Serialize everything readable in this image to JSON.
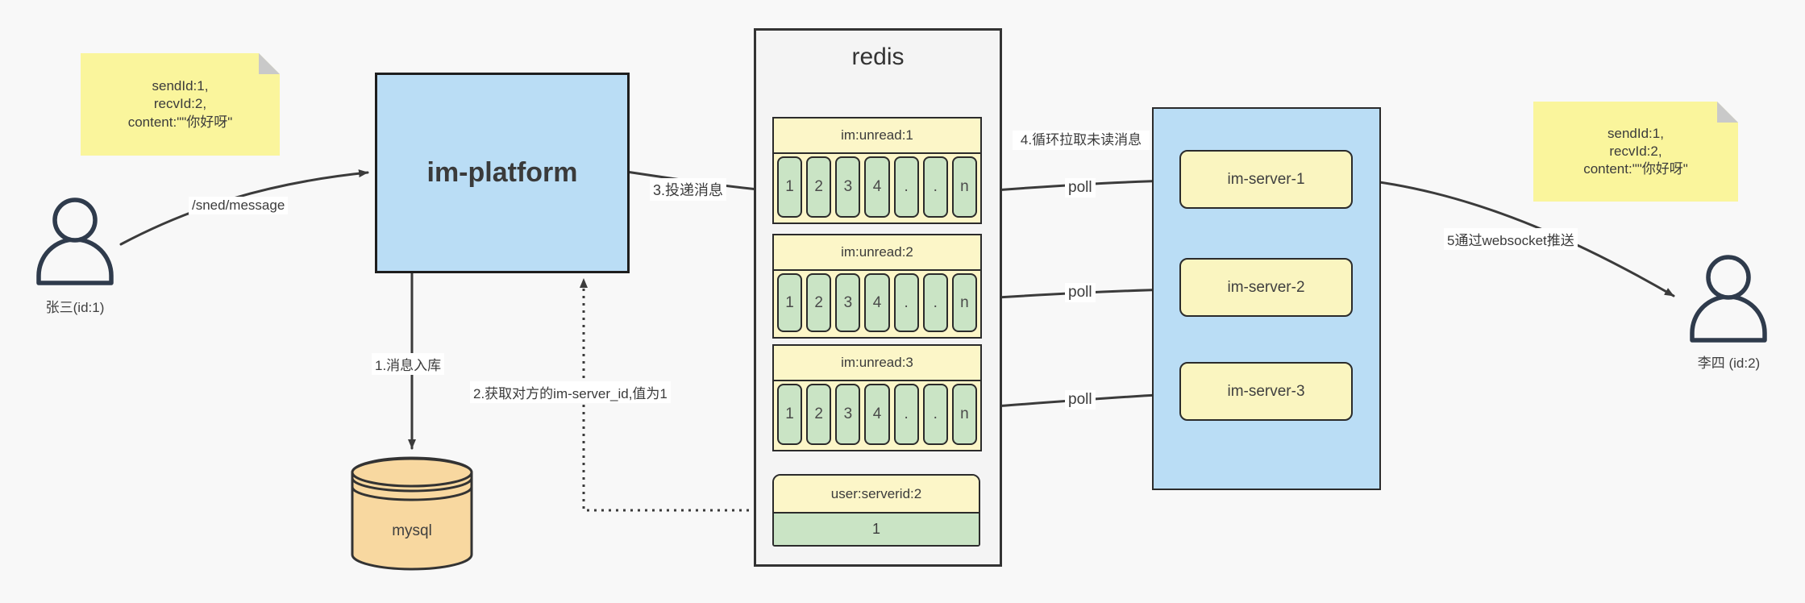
{
  "notes": {
    "left": {
      "text": "sendId:1,\nrecvId:2,\ncontent:\"\"你好呀\""
    },
    "right": {
      "text": "sendId:1,\nrecvId:2,\ncontent:\"\"你好呀\""
    }
  },
  "actors": {
    "sender": {
      "label": "张三(id:1)"
    },
    "receiver": {
      "label": "李四 (id:2)"
    }
  },
  "platform": {
    "label": "im-platform"
  },
  "mysql": {
    "label": "mysql"
  },
  "redis": {
    "title": "redis",
    "queues": [
      {
        "header": "im:unread:1",
        "cells": [
          "1",
          "2",
          "3",
          "4",
          ".",
          ".",
          "n"
        ]
      },
      {
        "header": "im:unread:2",
        "cells": [
          "1",
          "2",
          "3",
          "4",
          ".",
          ".",
          "n"
        ]
      },
      {
        "header": "im:unread:3",
        "cells": [
          "1",
          "2",
          "3",
          "4",
          ".",
          ".",
          "n"
        ]
      }
    ],
    "kv": {
      "header": "user:serverid:2",
      "value": "1"
    }
  },
  "cluster": {
    "servers": [
      {
        "label": "im-server-1"
      },
      {
        "label": "im-server-2"
      },
      {
        "label": "im-server-3"
      }
    ]
  },
  "edges": {
    "send": "/sned/message",
    "step1": "1.消息入库",
    "step2": "2.获取对方的im-server_id,值为1",
    "step3": "3.投递消息",
    "step4": "4.循环拉取未读消息",
    "poll": "poll",
    "step5": "5通过websocket推送"
  },
  "colors": {
    "background": "#F8F8F8",
    "note_fill": "#FAF59C",
    "note_fold": "#C9C9C9",
    "platform_fill": "#BADDF5",
    "cluster_fill": "#BADDF5",
    "queue_header_fill": "#FCF6C8",
    "cell_fill": "#CAE4C5",
    "server_fill": "#FAF5C0",
    "mysql_fill": "#F8D8A0",
    "redis_fill": "#F4F4F4",
    "line": "#3B3B3B"
  }
}
